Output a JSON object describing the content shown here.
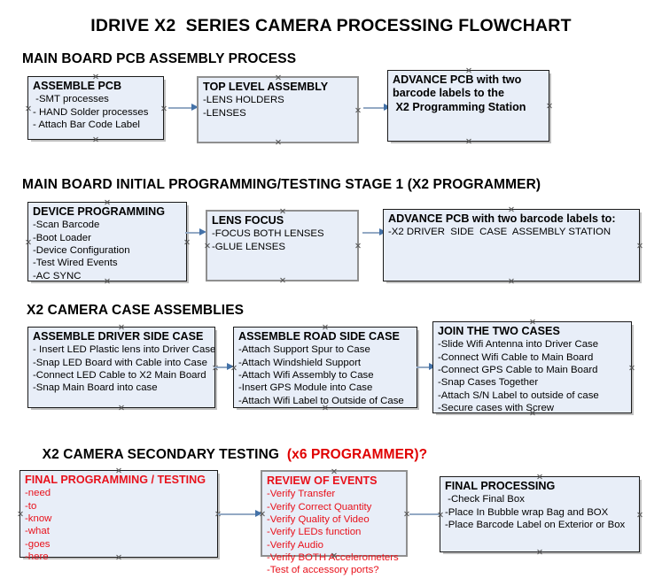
{
  "document": {
    "title": "IDRIVE X2  SERIES CAMERA PROCESSING FLOWCHART",
    "accent_color": "#e8111b",
    "box_fill": "#e8eef8",
    "arrow_color": "#93a9c4",
    "arrowhead_color": "#4472a8"
  },
  "sections": [
    {
      "heading": "MAIN BOARD PCB ASSEMBLY PROCESS",
      "heading_accent": "",
      "nodes": [
        {
          "title": "ASSEMBLE PCB",
          "lines": [
            " -SMT processes",
            "- HAND Solder processes",
            "- Attach Bar Code Label"
          ]
        },
        {
          "title": "TOP LEVEL ASSEMBLY",
          "lines": [
            "-LENS HOLDERS",
            "-LENSES"
          ]
        },
        {
          "title": "ADVANCE PCB with two",
          "lines": [
            "barcode labels to the",
            " X2 Programming Station"
          ]
        }
      ]
    },
    {
      "heading": "MAIN BOARD INITIAL PROGRAMMING/TESTING STAGE 1 (X2 PROGRAMMER)",
      "heading_accent": "",
      "nodes": [
        {
          "title": "DEVICE PROGRAMMING",
          "lines": [
            "-Scan Barcode",
            "-Boot Loader",
            "-Device Configuration",
            "-Test Wired Events",
            "-AC SYNC"
          ]
        },
        {
          "title": "LENS FOCUS",
          "lines": [
            "-FOCUS BOTH LENSES",
            "-GLUE LENSES"
          ]
        },
        {
          "title": "ADVANCE PCB with two barcode labels to:",
          "lines": [
            "-X2 DRIVER  SIDE  CASE  ASSEMBLY STATION"
          ]
        }
      ]
    },
    {
      "heading": "X2 CAMERA CASE ASSEMBLIES",
      "heading_accent": "",
      "nodes": [
        {
          "title": "ASSEMBLE DRIVER SIDE CASE",
          "lines": [
            "- Insert LED Plastic lens into Driver Case",
            "-Snap LED Board with Cable into Case",
            "-Connect LED Cable to X2 Main Board",
            "-Snap Main Board into case"
          ]
        },
        {
          "title": "ASSEMBLE ROAD SIDE CASE",
          "lines": [
            "-Attach Support Spur to Case",
            "-Attach Windshield Support",
            "-Attach Wifi Assembly to Case",
            "-Insert GPS Module into Case",
            "-Attach Wifi Label to Outside of Case"
          ]
        },
        {
          "title": "JOIN THE TWO CASES",
          "lines": [
            "-Slide Wifi Antenna into Driver Case",
            "-Connect Wifi Cable to Main Board",
            "-Connect GPS Cable to Main Board",
            "-Snap Cases Together",
            "-Attach S/N Label to outside of case",
            "-Secure cases with Screw"
          ]
        }
      ]
    },
    {
      "heading": "X2 CAMERA SECONDARY TESTING  ",
      "heading_accent": "(x6 PROGRAMMER)?",
      "nodes": [
        {
          "title": "FINAL PROGRAMMING / TESTING",
          "lines": [
            "-need",
            "-to",
            "-know",
            "-what",
            "-goes",
            "-here"
          ]
        },
        {
          "title": "REVIEW OF EVENTS",
          "lines": [
            "-Verify Transfer",
            "-Verify Correct Quantity",
            "-Verify Quality of Video",
            "-Verify LEDs function",
            "-Verify Audio",
            "-Verify BOTH Accelerometers",
            "-Test of accessory ports?"
          ]
        },
        {
          "title": "FINAL PROCESSING",
          "lines": [
            " -Check Final Box",
            "-Place In Bubble wrap Bag and BOX",
            "-Place Barcode Label on Exterior or Box"
          ]
        }
      ]
    }
  ]
}
